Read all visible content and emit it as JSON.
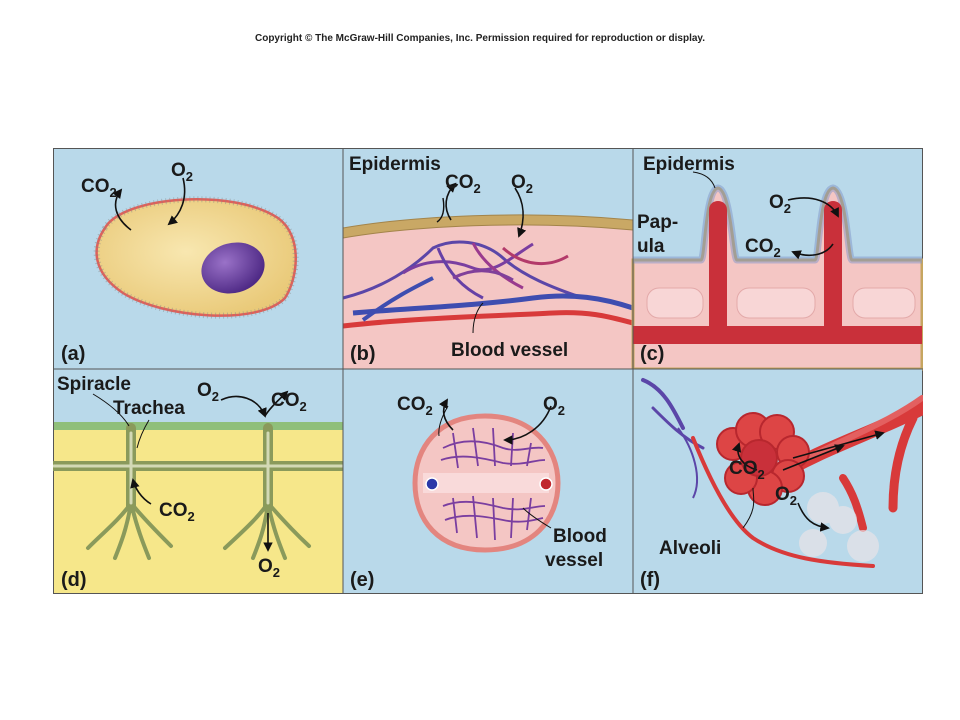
{
  "copyright": "Copyright © The McGraw-Hill Companies, Inc. Permission required for reproduction or display.",
  "colors": {
    "panel_bg": "#b9d9ea",
    "cell": "#f3dc96",
    "nucleus": "#6b3fa0",
    "epidermis_tan": "#c9a865",
    "tissue_pink": "#f4c6c4",
    "blood_red": "#d83a3a",
    "vein_blue": "#3e4db0",
    "insect_yellow": "#f6e78a",
    "trachea_green": "#8a9a5b"
  },
  "panels": {
    "a": {
      "letter": "(a)",
      "co2": "CO",
      "co2_sub": "2",
      "o2": "O",
      "o2_sub": "2"
    },
    "b": {
      "letter": "(b)",
      "epidermis": "Epidermis",
      "co2": "CO",
      "co2_sub": "2",
      "o2": "O",
      "o2_sub": "2",
      "blood_vessel": "Blood vessel"
    },
    "c": {
      "letter": "(c)",
      "epidermis": "Epidermis",
      "papula_1": "Pap-",
      "papula_2": "ula",
      "o2": "O",
      "o2_sub": "2",
      "co2": "CO",
      "co2_sub": "2"
    },
    "d": {
      "letter": "(d)",
      "spiracle": "Spiracle",
      "trachea": "Trachea",
      "o2_top": "O",
      "o2_top_sub": "2",
      "co2_top": "CO",
      "co2_top_sub": "2",
      "co2_mid": "CO",
      "co2_mid_sub": "2",
      "o2_bottom": "O",
      "o2_bottom_sub": "2"
    },
    "e": {
      "letter": "(e)",
      "co2": "CO",
      "co2_sub": "2",
      "o2": "O",
      "o2_sub": "2",
      "blood_1": "Blood",
      "blood_2": "vessel"
    },
    "f": {
      "letter": "(f)",
      "co2": "CO",
      "co2_sub": "2",
      "o2": "O",
      "o2_sub": "2",
      "alveoli": "Alveoli"
    }
  }
}
